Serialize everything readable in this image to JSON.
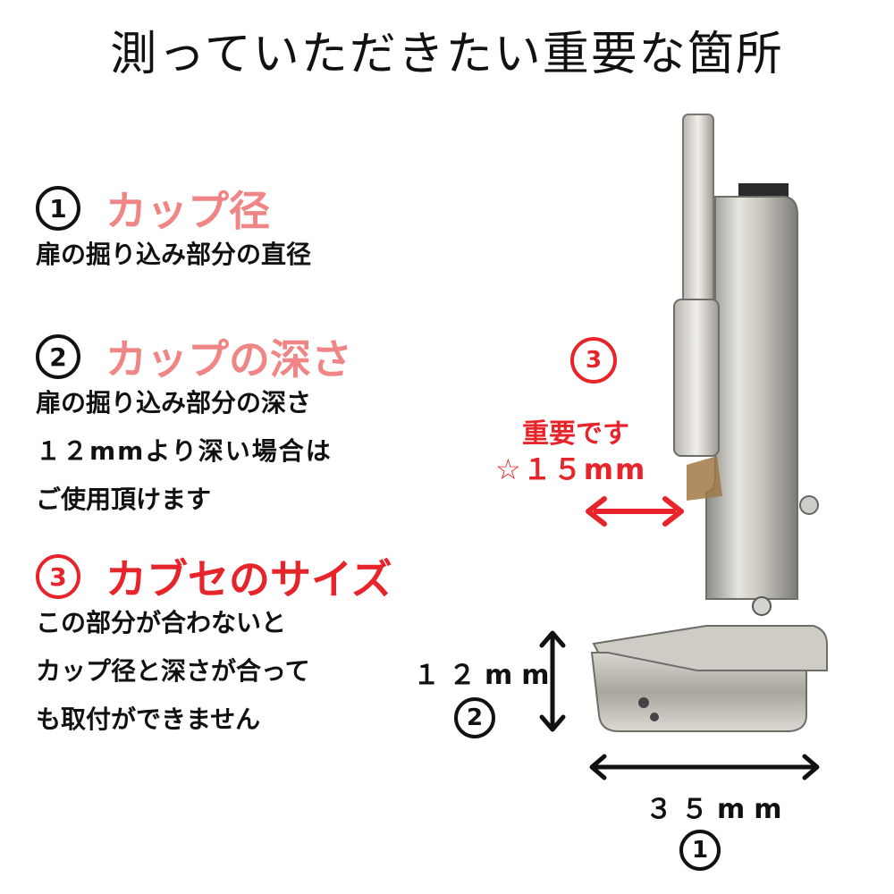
{
  "title": "測っていただきたい重要な箇所",
  "sections": [
    {
      "num": "1",
      "heading": "カップ径",
      "lines": [
        "扉の掘り込み部分の直径"
      ]
    },
    {
      "num": "2",
      "heading": "カップの深さ",
      "lines": [
        "扉の掘り込み部分の深さ",
        "１２mmより深い場合は",
        "ご使用頂けます"
      ]
    },
    {
      "num": "3",
      "heading": "カブセのサイズ",
      "lines": [
        "この部分が合わないと",
        "カップ径と深さが合って",
        "も取付ができません"
      ]
    }
  ],
  "annotations": {
    "overlay": {
      "num": "3",
      "label1": "重要です",
      "label2": "☆１５mm"
    },
    "depth": {
      "value": "１２mm",
      "num": "2"
    },
    "diameter": {
      "value": "３５mm",
      "num": "1"
    }
  },
  "colors": {
    "pink": "#f08585",
    "red": "#e8242b",
    "text": "#111111"
  }
}
